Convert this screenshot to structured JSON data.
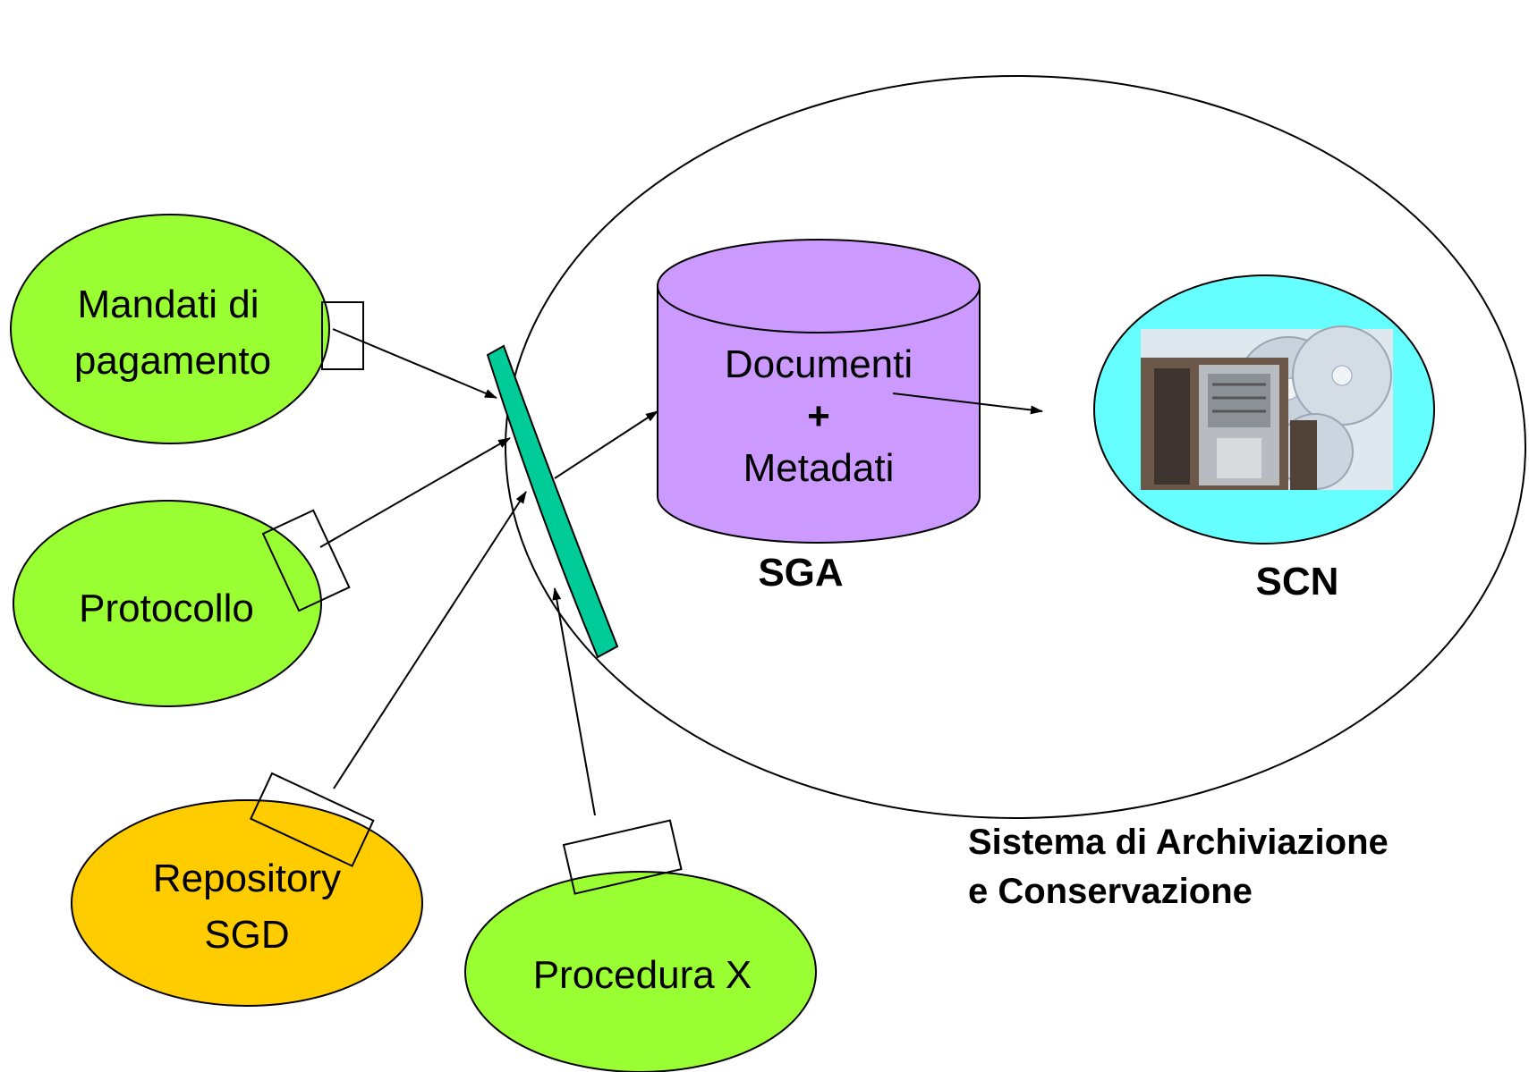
{
  "nodes": {
    "mandati": {
      "line1": "Mandati di",
      "line2": "pagamento",
      "fill": "#99ff33"
    },
    "protocollo": {
      "label": "Protocollo",
      "fill": "#99ff33"
    },
    "repository": {
      "line1": "Repository",
      "line2": "SGD",
      "fill": "#ffcc00"
    },
    "procedura": {
      "label": "Procedura X",
      "fill": "#99ff33"
    },
    "db": {
      "line1": "Documenti",
      "line2": "+",
      "line3": "Metadati",
      "caption": "SGA",
      "fill": "#cc99ff"
    },
    "scn": {
      "caption": "SCN",
      "fill": "#66ffff"
    }
  },
  "system": {
    "line1": "Sistema di Archiviazione",
    "line2": "e Conservazione"
  },
  "gateway": {
    "fill": "#00cc99"
  }
}
